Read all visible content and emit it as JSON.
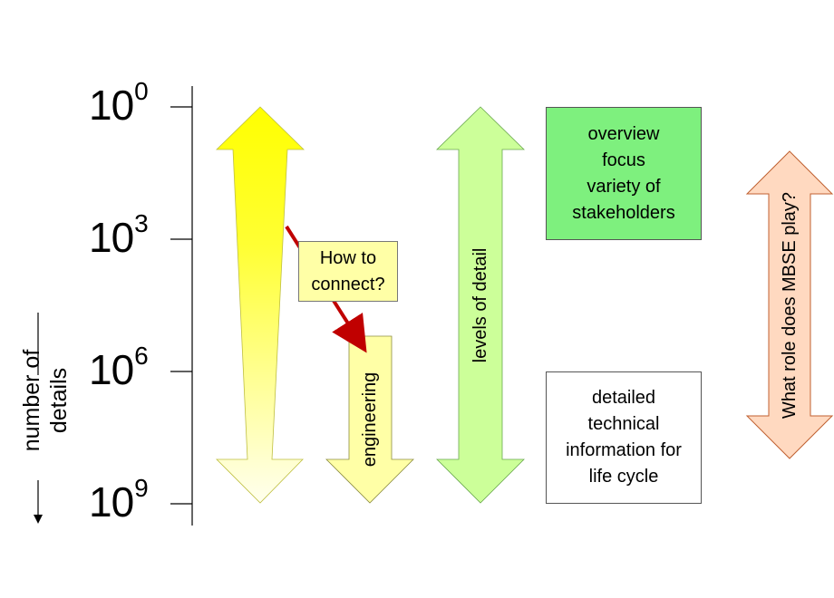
{
  "axis": {
    "label_line1": "number of",
    "label_line2": "details",
    "ticks": [
      {
        "base": "10",
        "exp": "0"
      },
      {
        "base": "10",
        "exp": "3"
      },
      {
        "base": "10",
        "exp": "6"
      },
      {
        "base": "10",
        "exp": "9"
      }
    ]
  },
  "callout": {
    "line1": "How to",
    "line2": "connect?"
  },
  "engineering_label": "engineering",
  "levels_label": "levels of detail",
  "overview_box": {
    "lines": [
      "overview",
      "focus",
      "variety of",
      "stakeholders"
    ]
  },
  "detail_box": {
    "lines": [
      "detailed",
      "technical",
      "information for",
      "life cycle"
    ]
  },
  "mbse_label": "What role does MBSE play?",
  "colors": {
    "yellow_arrow": "#ffff00",
    "engineering_arrow": "#ffffa6",
    "levels_arrow": "#ccff99",
    "overview_box": "#7ef07e",
    "mbse_arrow": "#ffd9c0",
    "connector": "#c00000"
  }
}
